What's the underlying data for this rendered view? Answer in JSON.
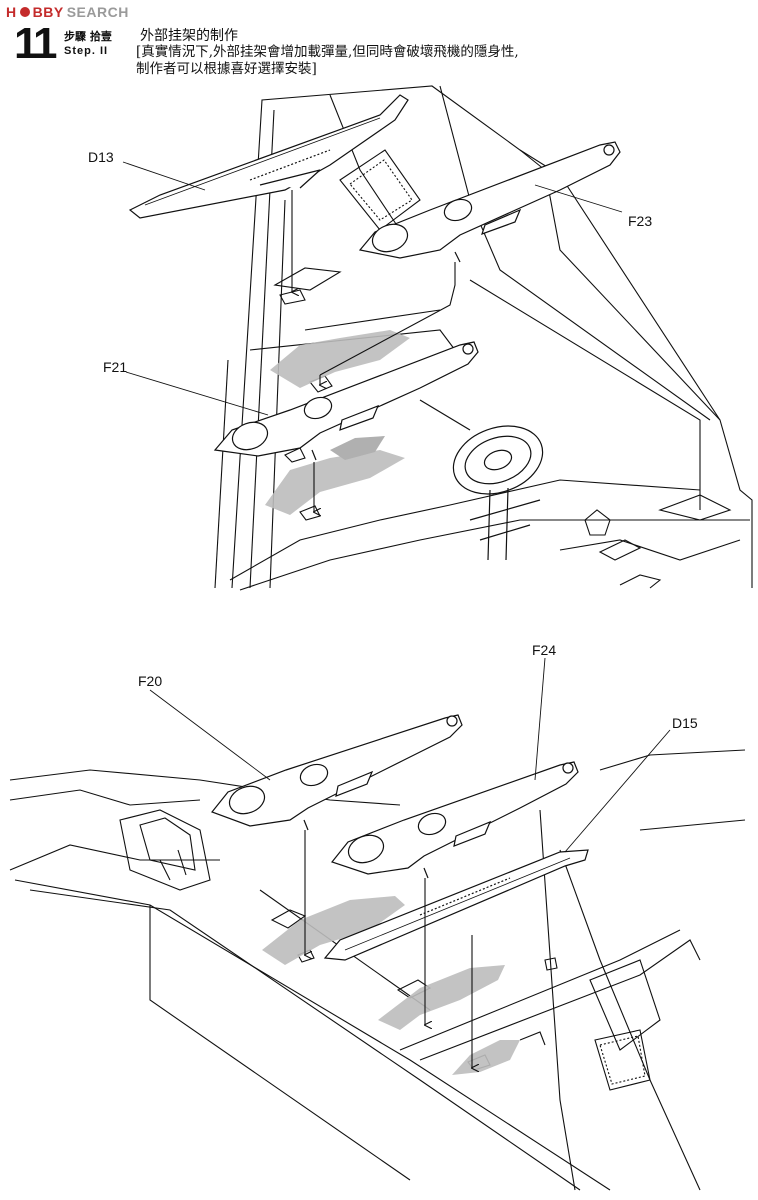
{
  "watermark": {
    "part1": "H",
    "part2": "BBY",
    "part3": "SEARCH"
  },
  "step": {
    "number": "11",
    "label": "步驟 拾壹",
    "sub": "Step. II",
    "title": "外部挂架的制作",
    "note_line1": "[真實情況下,外部挂架會增加載彈量,但同時會破壞飛機的隱身性,",
    "note_line2": "制作者可以根據喜好選擇安裝]"
  },
  "labels": {
    "d13": "D13",
    "f23": "F23",
    "f21": "F21",
    "f20": "F20",
    "f24": "F24",
    "d15": "D15"
  }
}
